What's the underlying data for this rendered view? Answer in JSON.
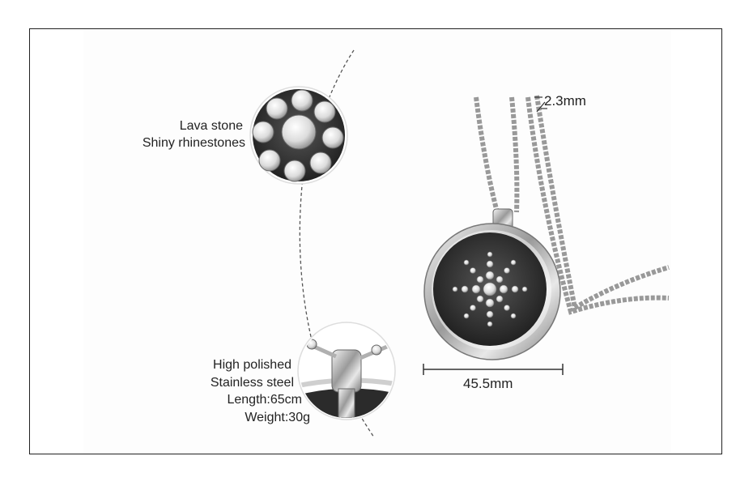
{
  "callouts": {
    "top": {
      "line1": "Lava stone",
      "line2": "Shiny rhinestones"
    },
    "bottom": {
      "line1": "High polished",
      "line2": "Stainless steel",
      "line3": "Length:65cm",
      "line4": "Weight:30g"
    }
  },
  "dimensions": {
    "chain_width": "2.3mm",
    "pendant_diameter": "45.5mm"
  },
  "colors": {
    "frame": "#222222",
    "stone_black": "#2a2a2a",
    "steel": "#c9c9c9",
    "text": "#222222"
  }
}
